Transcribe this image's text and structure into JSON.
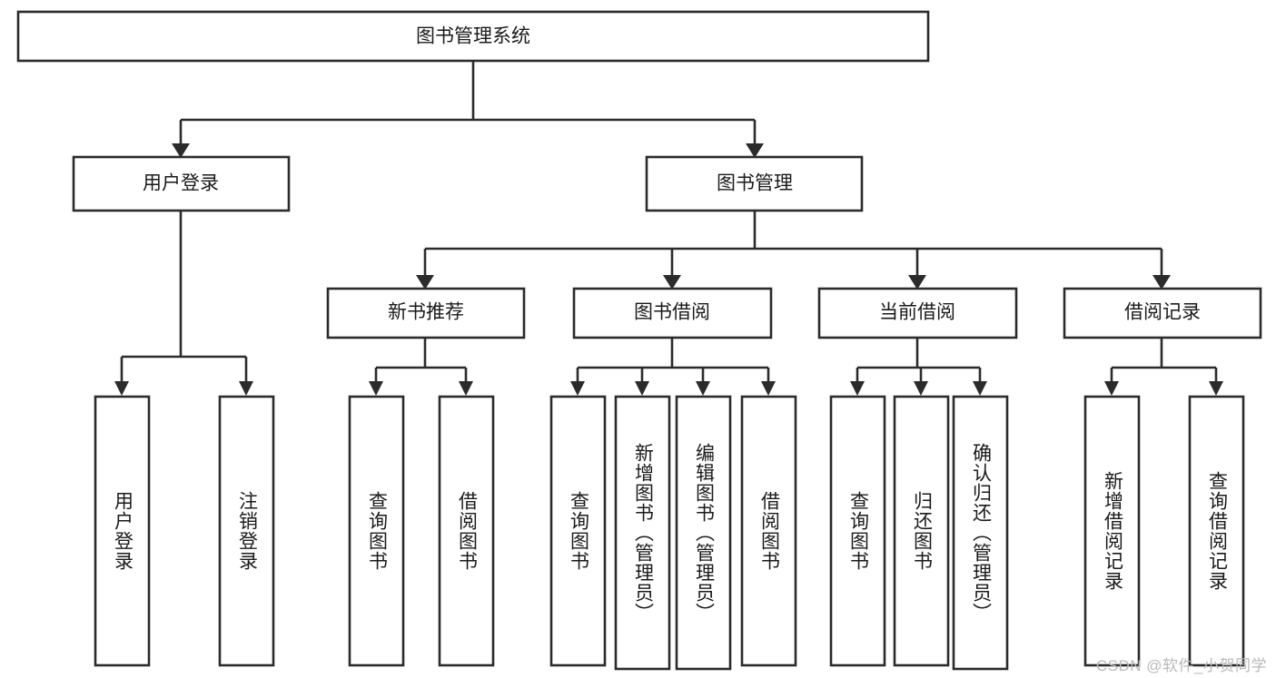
{
  "diagram": {
    "title": "图书管理系统",
    "type": "tree-hierarchy-diagram",
    "watermark": "CSDN @软件_小贺同学",
    "colors": {
      "box_stroke": "#2b2b2b",
      "box_fill": "#ffffff",
      "text": "#1a1a1a",
      "background": "#ffffff",
      "watermark": "#b9b9b9"
    },
    "root": {
      "id": "root",
      "label": "图书管理系统"
    },
    "level2": [
      {
        "id": "user-login",
        "label": "用户登录"
      },
      {
        "id": "book-management",
        "label": "图书管理"
      }
    ],
    "level3": [
      {
        "id": "new-book-recommend",
        "label": "新书推荐",
        "parent": "book-management"
      },
      {
        "id": "book-borrow",
        "label": "图书借阅",
        "parent": "book-management"
      },
      {
        "id": "current-borrow",
        "label": "当前借阅",
        "parent": "book-management"
      },
      {
        "id": "borrow-record",
        "label": "借阅记录",
        "parent": "book-management"
      }
    ],
    "leaves": {
      "user-login": [
        {
          "id": "leaf-user-login",
          "label": "用户登录"
        },
        {
          "id": "leaf-user-logout",
          "label": "注销登录"
        }
      ],
      "new-book-recommend": [
        {
          "id": "leaf-query-book-1",
          "label": "查询图书"
        },
        {
          "id": "leaf-borrow-book-1",
          "label": "借阅图书"
        }
      ],
      "book-borrow": [
        {
          "id": "leaf-query-book-2",
          "label": "查询图书"
        },
        {
          "id": "leaf-add-book",
          "label": "新增图书（管理员）"
        },
        {
          "id": "leaf-edit-book",
          "label": "编辑图书（管理员）"
        },
        {
          "id": "leaf-borrow-book-2",
          "label": "借阅图书"
        }
      ],
      "current-borrow": [
        {
          "id": "leaf-query-book-3",
          "label": "查询图书"
        },
        {
          "id": "leaf-return-book",
          "label": "归还图书"
        },
        {
          "id": "leaf-confirm-return",
          "label": "确认归还（管理员）"
        }
      ],
      "borrow-record": [
        {
          "id": "leaf-add-record",
          "label": "新增借阅记录"
        },
        {
          "id": "leaf-query-record",
          "label": "查询借阅记录"
        }
      ]
    }
  }
}
